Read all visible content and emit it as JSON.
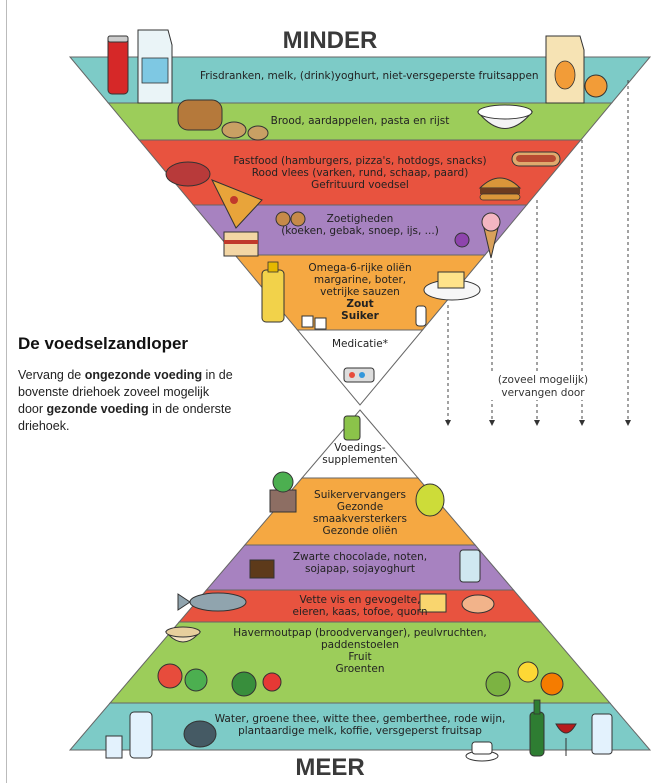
{
  "top_label": "MINDER",
  "bottom_label": "MEER",
  "side": {
    "title": "De voedselzandloper",
    "text_parts": [
      {
        "text": "Vervang de ",
        "bold": false
      },
      {
        "text": "ongezonde voeding",
        "bold": true
      },
      {
        "text": " in de bovenste driehoek zoveel mogelijk door ",
        "bold": false
      },
      {
        "text": "gezonde voeding",
        "bold": true
      },
      {
        "text": " in de onderste driehoek.",
        "bold": false
      }
    ]
  },
  "replace_note": [
    "(zoveel mogelijk)",
    "vervangen door"
  ],
  "upper_bands": [
    {
      "id": "drinks",
      "color": "#7dcbc7",
      "lines": [
        "Frisdranken, melk, (drink)yoghurt, niet-versgeperste fruitsappen"
      ]
    },
    {
      "id": "starches",
      "color": "#9ccd5a",
      "lines": [
        "Brood, aardappelen, pasta en rijst"
      ]
    },
    {
      "id": "fastfood",
      "color": "#e8533f",
      "lines": [
        "Fastfood (hamburgers, pizza's, hotdogs, snacks)",
        "Rood vlees (varken, rund, schaap, paard)",
        "Gefrituurd voedsel"
      ]
    },
    {
      "id": "sweets",
      "color": "#a782c0",
      "lines": [
        "Zoetigheden",
        "(koeken, gebak, snoep, ijs, ...)"
      ]
    },
    {
      "id": "fats",
      "color": "#f5a842",
      "lines": [
        "Omega-6-rijke oliën",
        "margarine, boter,",
        "vetrijke sauzen",
        "Zout",
        "Suiker"
      ]
    },
    {
      "id": "medication",
      "color": "#ffffff",
      "lines": [
        "Medicatie*"
      ]
    }
  ],
  "lower_bands": [
    {
      "id": "supplements",
      "color": "#ffffff",
      "lines": [
        "Voedings-",
        "supplementen"
      ]
    },
    {
      "id": "sweeteners",
      "color": "#f5a842",
      "lines": [
        "Suikervervangers",
        "Gezonde",
        "smaakversterkers",
        "Gezonde oliën"
      ]
    },
    {
      "id": "chocolate",
      "color": "#a782c0",
      "lines": [
        "Zwarte chocolade, noten,",
        "sojapap, sojayoghurt"
      ]
    },
    {
      "id": "fish",
      "color": "#e8533f",
      "lines": [
        "Vette vis en gevogelte,",
        "eieren, kaas, tofoe, quorn"
      ]
    },
    {
      "id": "grains",
      "color": "#9ccd5a",
      "lines": [
        "Havermoutpap (broodvervanger), peulvruchten,",
        "paddenstoelen",
        "Fruit",
        "Groenten"
      ]
    },
    {
      "id": "water",
      "color": "#7dcbc7",
      "lines": [
        "Water, groene thee, witte thee, gemberthee, rode wijn,",
        "plantaardige melk, koffie, versgeperst fruitsap"
      ]
    }
  ],
  "icons": [
    "coke-can-icon",
    "milk-carton-icon",
    "juice-carton-icon",
    "bread-icon",
    "potato-icon",
    "rice-bowl-icon",
    "pizza-icon",
    "hamburger-icon",
    "hotdog-icon",
    "cake-icon",
    "ice-cream-icon",
    "candy-icon",
    "oil-bottle-icon",
    "butter-dish-icon",
    "sugar-cubes-icon",
    "salt-shaker-icon",
    "pills-icon",
    "supplement-jar-icon",
    "herbs-icon",
    "olive-oil-icon",
    "chocolate-icon",
    "nuts-icon",
    "soy-milk-icon",
    "fish-icon",
    "chicken-icon",
    "cheese-icon",
    "oatmeal-icon",
    "vegetables-icon",
    "fruit-icon",
    "water-glass-icon",
    "teapot-icon",
    "wine-bottle-icon",
    "wine-glass-icon",
    "coffee-cup-icon",
    "juice-glass-icon"
  ]
}
